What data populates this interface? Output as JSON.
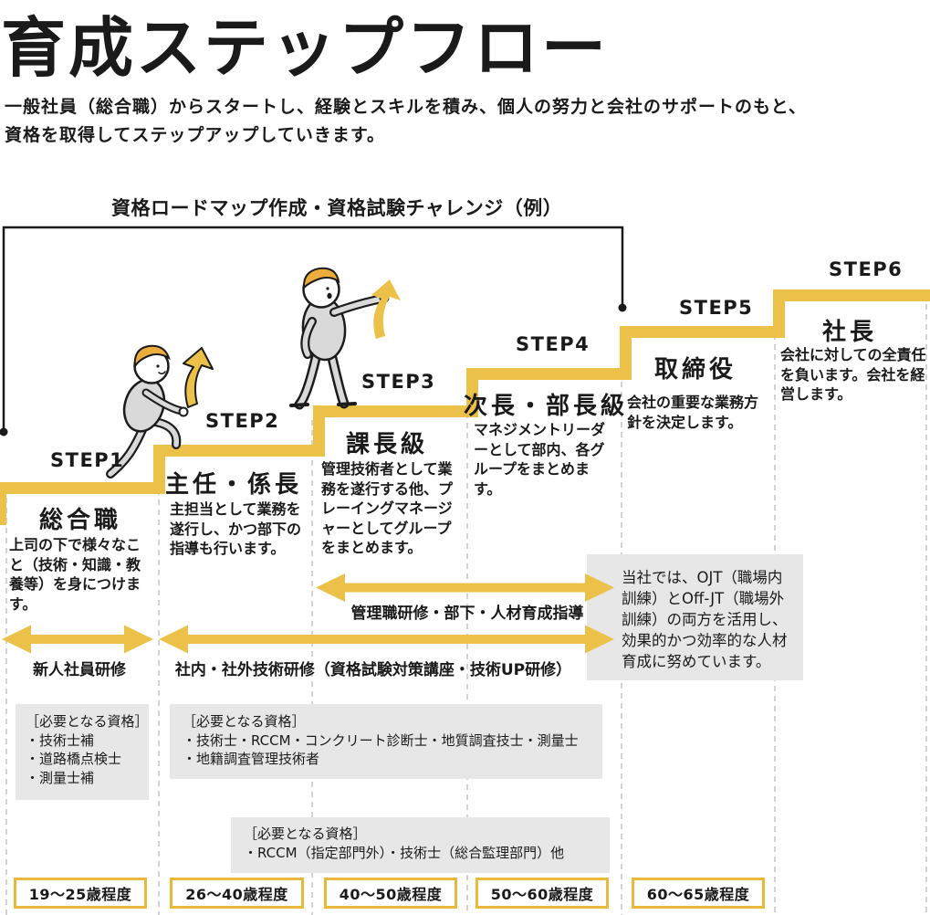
{
  "page": {
    "title": "育成ステップフロー",
    "subtitle_line1": "一般社員（総合職）からスタートし、経験とスキルを積み、個人の努力と会社のサポートのもと、",
    "subtitle_line2": "資格を取得してステップアップしていきます。",
    "roadmap_label": "資格ロードマップ作成・資格試験チャレンジ（例）"
  },
  "steps": [
    {
      "label": "STEP1",
      "role": "総合職",
      "description": "上司の下で様々なこと（技術・知識・教養等）を身につけます。"
    },
    {
      "label": "STEP2",
      "role": "主任・係長",
      "description": "主担当として業務を遂行し、かつ部下の指導も行います。"
    },
    {
      "label": "STEP3",
      "role": "課長級",
      "description": "管理技術者として業務を遂行する他、プレーイングマネージャーとしてグループをまとめます。"
    },
    {
      "label": "STEP4",
      "role": "次長・部長級",
      "description": "マネジメントリーダーとして部内、各グループをまとめます。"
    },
    {
      "label": "STEP5",
      "role": "取締役",
      "description": "会社の重要な業務方針を決定します。"
    },
    {
      "label": "STEP6",
      "role": "社長",
      "description": "会社に対しての全責任を負います。会社を経営します。"
    }
  ],
  "training": {
    "management_label": "管理職研修・部下・人材育成指導",
    "newcomer_label": "新人社員研修",
    "technical_label": "社内・社外技術研修（資格試験対策講座・技術UP研修）"
  },
  "ojt_note": "当社では、OJT（職場内訓練）とOff-JT（職場外訓練）の両方を活用し、効果的かつ効率的な人材育成に努めています。",
  "qualifications": [
    {
      "heading": "［必要となる資格］",
      "items": [
        "・技術士補",
        "・道路橋点検士",
        "・測量士補"
      ]
    },
    {
      "heading": "［必要となる資格］",
      "items": [
        "・技術士・RCCM・コンクリート診断士・地質調査技士・測量士",
        "・地籍調査管理技術者"
      ]
    },
    {
      "heading": "［必要となる資格］",
      "items": [
        "・RCCM（指定部門外）・技術士（総合監理部門）他"
      ]
    }
  ],
  "age_ranges": [
    "19〜25歳程度",
    "26〜40歳程度",
    "40〜50歳程度",
    "50〜60歳程度",
    "60〜65歳程度"
  ],
  "colors": {
    "accent_yellow": "#ECC14A",
    "age_border_yellow": "#E9B93B",
    "box_gray": "#E7E7E7",
    "hair_orange": "#EDAD3C",
    "figure_gray": "#D9D9D9",
    "line_dark": "#1A1A1A",
    "dash_gray": "#CDCDCD"
  }
}
